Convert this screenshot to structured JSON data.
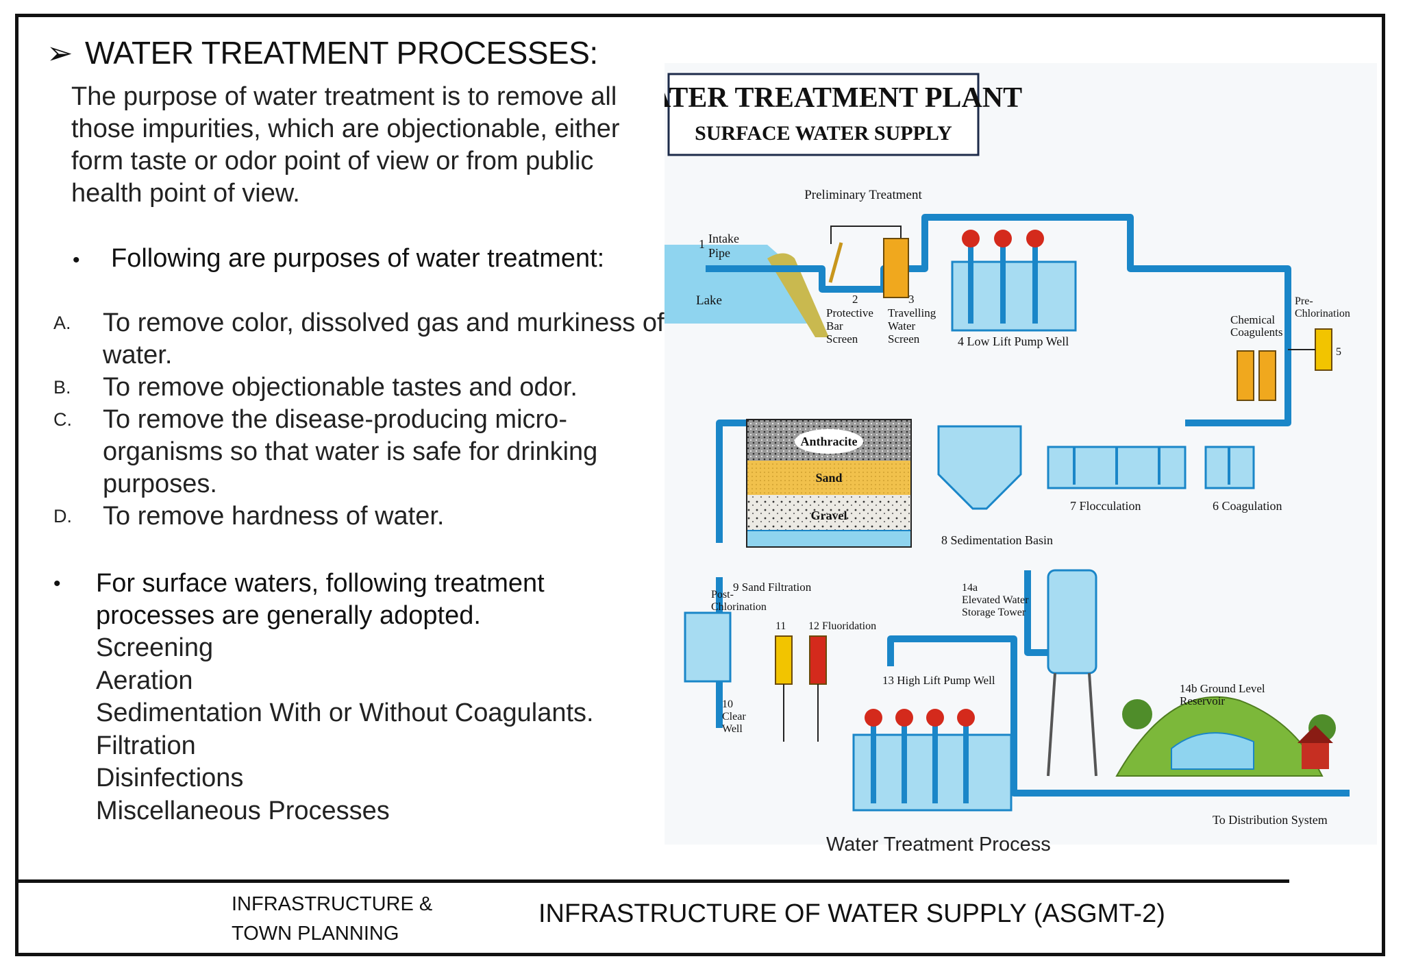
{
  "heading": {
    "arrow": "➢",
    "title": "WATER TREATMENT PROCESSES:"
  },
  "intro": "The purpose of water treatment is to remove all those impurities, which are objectionable, either form taste or odor point of view or from public health point of view.",
  "bullet_symbol": "•",
  "bullet1": "Following are purposes of water treatment:",
  "purposes": [
    {
      "letter": "A.",
      "text": "To remove color, dissolved gas and murkiness of water."
    },
    {
      "letter": "B.",
      "text": "To remove objectionable tastes and odor."
    },
    {
      "letter": "C.",
      "text": "To remove the disease-producing micro-organisms so that water is safe for drinking purposes."
    },
    {
      "letter": "D.",
      "text": "To remove hardness of water."
    }
  ],
  "bullet2": "For surface waters, following treatment processes are generally adopted.",
  "steps": [
    "Screening",
    "Aeration",
    "Sedimentation With or Without Coagulants.",
    "Filtration",
    "Disinfections",
    "Miscellaneous Processes"
  ],
  "diagram": {
    "title": "WATER TREATMENT PLANT",
    "subtitle": "SURFACE WATER SUPPLY",
    "labels": {
      "preliminary": "Preliminary Treatment",
      "intake_num": "1",
      "intake_1": "Intake",
      "intake_2": "Pipe",
      "lake": "Lake",
      "bar_num": "2",
      "bar_1": "Protective",
      "bar_2": "Bar",
      "bar_3": "Screen",
      "travel_num": "3",
      "travel_1": "Travelling",
      "travel_2": "Water",
      "travel_3": "Screen",
      "low_lift": "4 Low Lift Pump Well",
      "chem_1": "Chemical",
      "chem_2": "Coagulents",
      "pre_1": "Pre-",
      "pre_2": "Chlorination",
      "five": "5",
      "anthracite": "Anthracite",
      "sand": "Sand",
      "gravel": "Gravel",
      "flocculation": "7 Flocculation",
      "coagulation": "6 Coagulation",
      "sedimentation": "8 Sedimentation Basin",
      "sand_filtration": "9 Sand Filtration",
      "post_1": "Post-",
      "post_2": "Chlorination",
      "eleven": "11",
      "fluoridation": "12 Fluoridation",
      "tower_num": "14a",
      "tower_1": "Elevated Water",
      "tower_2": "Storage Tower",
      "high_lift": "13 High Lift Pump Well",
      "ground_1": "14b Ground Level",
      "ground_2": "Reservoir",
      "clear_num": "10",
      "clear_1": "Clear",
      "clear_2": "Well",
      "distribution": "To Distribution System"
    }
  },
  "caption": "Water Treatment Process",
  "footer": {
    "course_1": "INFRASTRUCTURE &",
    "course_2": "TOWN PLANNING",
    "topic": "INFRASTRUCTURE OF WATER SUPPLY (ASGMT-2)"
  },
  "colors": {
    "pipe": "#1a86c8",
    "water": "#8fd4ef",
    "tank": "#a7dcf2",
    "yellow": "#f2c400",
    "orange": "#f0a81e",
    "red": "#d42a1c",
    "grass": "#7cb83a"
  }
}
